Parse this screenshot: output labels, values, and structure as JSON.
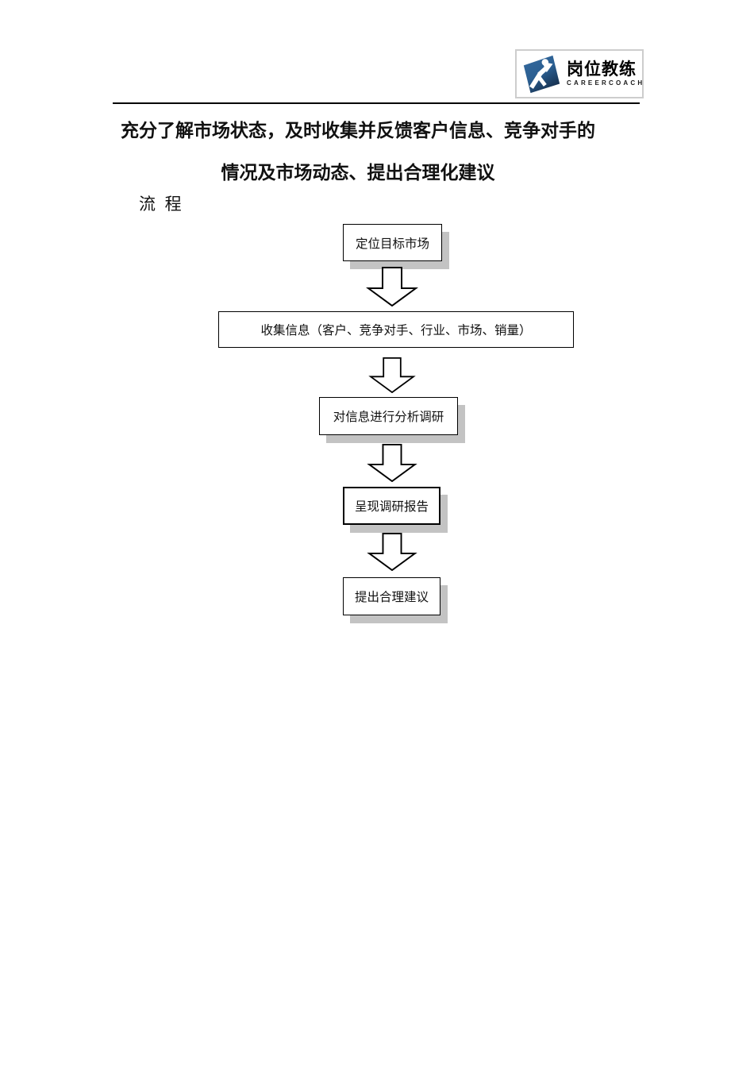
{
  "header": {
    "logo": {
      "brand": "岗位教练",
      "subbrand": "CAREERCOACH"
    }
  },
  "title": {
    "line1": "充分了解市场状态，及时收集并反馈客户信息、竞争对手的",
    "line2": "情况及市场动态、提出合理化建议"
  },
  "section_label": "流  程",
  "flow": {
    "steps": [
      {
        "label": "定位目标市场"
      },
      {
        "label": "收集信息（客户、竞争对手、行业、市场、销量）"
      },
      {
        "label": "对信息进行分析调研"
      },
      {
        "label": "呈现调研报告"
      },
      {
        "label": "提出合理建议"
      }
    ]
  },
  "colors": {
    "logo_blue": "#2b5f92",
    "logo_blue_dark": "#16304f",
    "box_shadow_gray": "#c3c3c3",
    "line_black": "#000000"
  }
}
